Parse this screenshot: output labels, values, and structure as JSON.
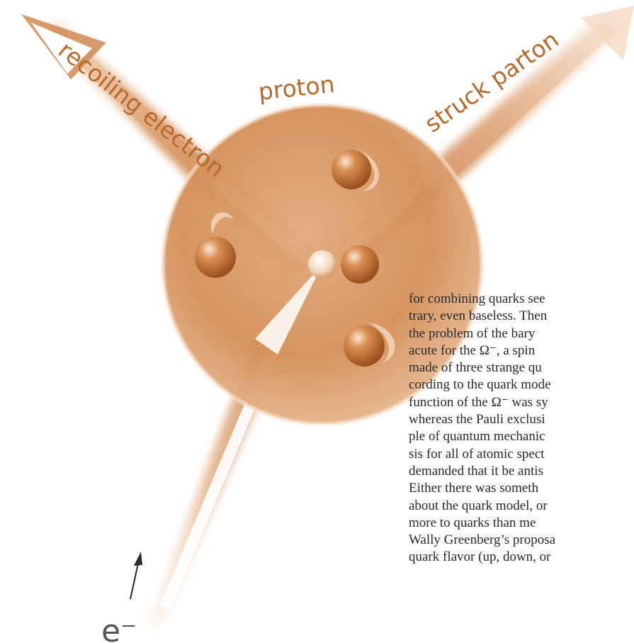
{
  "figure": {
    "labels": {
      "recoiling_electron": "recoiling electron",
      "proton": "proton",
      "struck_parton": "struck parton",
      "incoming_electron": "e⁻"
    }
  },
  "article": {
    "lines": [
      "for combining quarks see",
      "trary, even baseless. Then",
      "the problem of the bary",
      "acute for the Ω⁻, a spin",
      "made of three strange qu",
      "cording to the quark mode",
      "function of the Ω⁻ was sy",
      "whereas the Pauli exclusi",
      "ple of quantum mechanic",
      "sis for all of atomic spect",
      "demanded that it be antis",
      "Either there was someth",
      "about the quark model, or",
      "more to quarks than me",
      "Wally Greenberg’s proposa",
      "quark flavor (up, down, or"
    ]
  },
  "colors": {
    "accent": "#c8773a",
    "accent_light": "#f3d8bf",
    "accent_dark": "#a85a22",
    "text": "#2a2a2a"
  }
}
